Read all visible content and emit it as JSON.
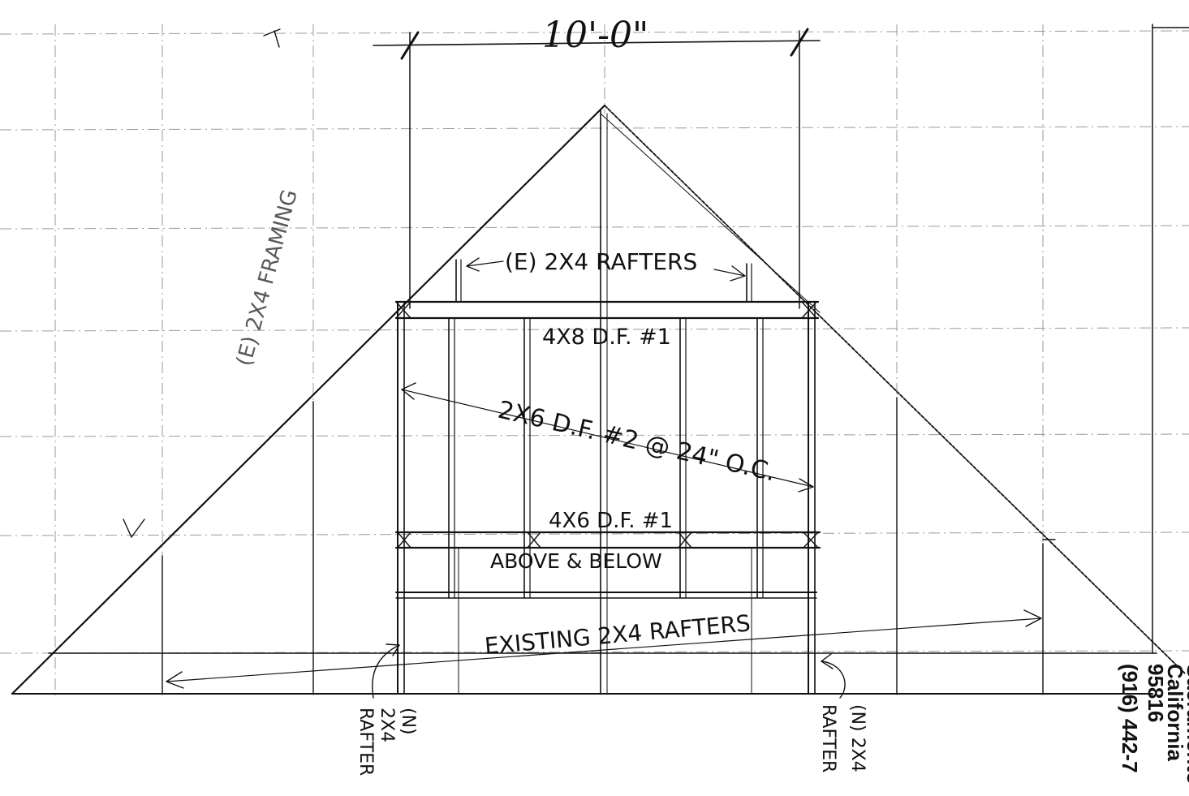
{
  "drawing": {
    "overall_dimension": "10'-0\"",
    "labels": {
      "existing_rafters_top": "(E) 2X4 RAFTERS",
      "header_4x8": "4X8  D.F. #1",
      "studs": "2X6 D.F. #2 @ 24\" O.C.",
      "header_4x6": "4X6  D.F. #1",
      "above_below": "ABOVE & BELOW",
      "existing_rafters_bottom": "EXISTING  2X4  RAFTERS",
      "existing_framing": "(E) 2X4 FRAMING",
      "new_rafter_left_line1": "(N)",
      "new_rafter_left_line2": "2X4",
      "new_rafter_left_line3": "RAFTER",
      "new_rafter_right_line1": "(N) 2X4",
      "new_rafter_right_line2": "RAFTER"
    },
    "title_block": {
      "line1": "Sacramento",
      "line2": "California",
      "line3": "95816",
      "line4": "(916) 442-7"
    }
  }
}
